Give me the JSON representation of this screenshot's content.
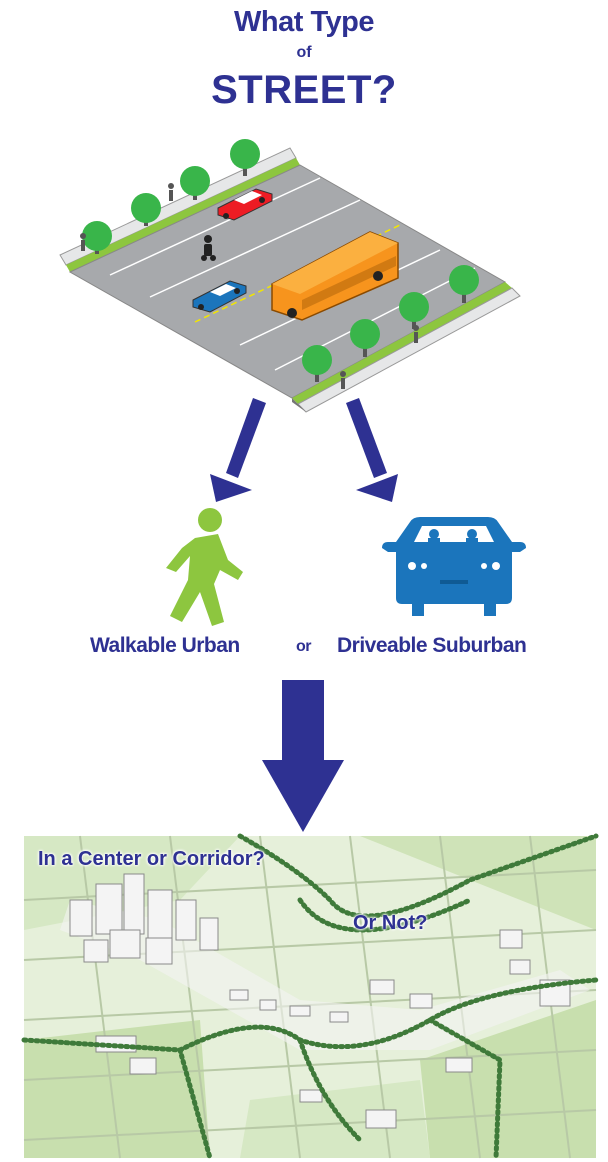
{
  "title": {
    "line1": "What Type",
    "line2": "of",
    "line3": "STREET?"
  },
  "choices": {
    "walkable": "Walkable Urban",
    "or": "or",
    "driveable": "Driveable Suburban"
  },
  "map": {
    "label_center": "In a Center or Corridor?",
    "label_not": "Or Not?"
  },
  "colors": {
    "navy": "#2e3192",
    "walk_green": "#8dc63f",
    "car_blue": "#1b75bc",
    "road_gray": "#a7a9ac",
    "grass_green": "#8dc63f",
    "bus_orange": "#f7941d"
  }
}
